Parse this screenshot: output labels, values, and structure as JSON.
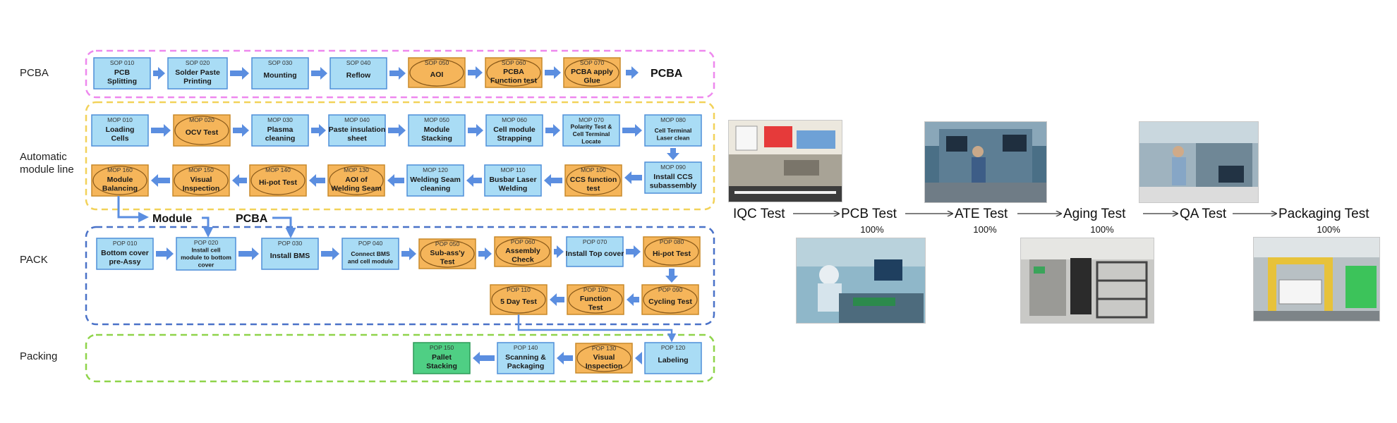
{
  "sections": [
    {
      "id": "pcba",
      "label": "PCBA",
      "color": "#ee88ee"
    },
    {
      "id": "auto",
      "label": "Automatic\nmodule line",
      "color": "#f2d25a"
    },
    {
      "id": "pack",
      "label": "PACK",
      "color": "#4a72c8"
    },
    {
      "id": "packing",
      "label": "Packing",
      "color": "#8fd44a"
    }
  ],
  "steps": [
    {
      "id": "sop010",
      "code": "SOP 010",
      "name": "PCB\nSplitting",
      "shape": "rect",
      "fill": "blue"
    },
    {
      "id": "sop020",
      "code": "SOP 020",
      "name": "Solder Paste\nPrinting",
      "shape": "rect",
      "fill": "blue"
    },
    {
      "id": "sop030",
      "code": "SOP 030",
      "name": "Mounting",
      "shape": "rect",
      "fill": "blue"
    },
    {
      "id": "sop040",
      "code": "SOP 040",
      "name": "Reflow",
      "shape": "rect",
      "fill": "blue"
    },
    {
      "id": "sop050",
      "code": "SOP 050",
      "name": "AOI",
      "shape": "ellipse",
      "fill": "orange"
    },
    {
      "id": "sop060",
      "code": "SOP 060",
      "name": "PCBA\nFunction test",
      "shape": "ellipse",
      "fill": "orange"
    },
    {
      "id": "sop070",
      "code": "SOP 070",
      "name": "PCBA apply\nGlue",
      "shape": "ellipse",
      "fill": "orange"
    },
    {
      "id": "mop010",
      "code": "MOP 010",
      "name": "Loading\nCells",
      "shape": "rect",
      "fill": "blue"
    },
    {
      "id": "mop020",
      "code": "MOP 020",
      "name": "OCV Test",
      "shape": "ellipse",
      "fill": "orange"
    },
    {
      "id": "mop030",
      "code": "MOP 030",
      "name": "Plasma\ncleaning",
      "shape": "rect",
      "fill": "blue"
    },
    {
      "id": "mop040",
      "code": "MOP 040",
      "name": "Paste insulation\nsheet",
      "shape": "rect",
      "fill": "blue"
    },
    {
      "id": "mop050",
      "code": "MOP 050",
      "name": "Module\nStacking",
      "shape": "rect",
      "fill": "blue"
    },
    {
      "id": "mop060",
      "code": "MOP 060",
      "name": "Cell module\nStrapping",
      "shape": "rect",
      "fill": "blue"
    },
    {
      "id": "mop070",
      "code": "MOP 070",
      "name": "Polarity Test &\nCell Terminal\nLocate",
      "shape": "rect",
      "fill": "blue"
    },
    {
      "id": "mop080",
      "code": "MOP 080",
      "name": "Cell Terminal\nLaser clean",
      "shape": "rect",
      "fill": "blue"
    },
    {
      "id": "mop090",
      "code": "MOP 090",
      "name": "Install CCS\nsubassembly",
      "shape": "rect",
      "fill": "blue"
    },
    {
      "id": "mop100",
      "code": "MOP 100",
      "name": "CCS function\ntest",
      "shape": "ellipse",
      "fill": "orange"
    },
    {
      "id": "mop110",
      "code": "MOP 110",
      "name": "Busbar Laser\nWelding",
      "shape": "rect",
      "fill": "blue"
    },
    {
      "id": "mop120",
      "code": "MOP 120",
      "name": "Welding Seam\ncleaning",
      "shape": "rect",
      "fill": "blue"
    },
    {
      "id": "mop130",
      "code": "MOP 130",
      "name": "AOI of\nWelding Seam",
      "shape": "ellipse",
      "fill": "orange"
    },
    {
      "id": "mop140",
      "code": "MOP 140",
      "name": "Hi-pot Test",
      "shape": "ellipse",
      "fill": "orange"
    },
    {
      "id": "mop150",
      "code": "MOP 150",
      "name": "Visual\nInspection",
      "shape": "ellipse",
      "fill": "orange"
    },
    {
      "id": "mop160",
      "code": "MOP 160",
      "name": "Module\nBalancing",
      "shape": "ellipse",
      "fill": "orange"
    },
    {
      "id": "pop010",
      "code": "POP 010",
      "name": "Bottom cover\npre-Assy",
      "shape": "rect",
      "fill": "blue"
    },
    {
      "id": "pop020",
      "code": "POP 020",
      "name": "Install cell\nmodule to bottom\ncover",
      "shape": "rect",
      "fill": "blue"
    },
    {
      "id": "pop030",
      "code": "POP 030",
      "name": "Install  BMS",
      "shape": "rect",
      "fill": "blue"
    },
    {
      "id": "pop040",
      "code": "POP 040",
      "name": "Connect  BMS\nand cell module",
      "shape": "rect",
      "fill": "blue"
    },
    {
      "id": "pop050",
      "code": "POP 050",
      "name": "Sub-ass'y\nTest",
      "shape": "ellipse",
      "fill": "orange"
    },
    {
      "id": "pop060",
      "code": "POP 060",
      "name": "Assembly\nCheck",
      "shape": "ellipse",
      "fill": "orange"
    },
    {
      "id": "pop070",
      "code": "POP 070",
      "name": "Install  Top cover",
      "shape": "rect",
      "fill": "blue"
    },
    {
      "id": "pop080",
      "code": "POP 080",
      "name": "Hi-pot  Test",
      "shape": "ellipse",
      "fill": "orange"
    },
    {
      "id": "pop090",
      "code": "POP 090",
      "name": "Cycling Test",
      "shape": "ellipse",
      "fill": "orange"
    },
    {
      "id": "pop100",
      "code": "POP 100",
      "name": "Function\nTest",
      "shape": "ellipse",
      "fill": "orange"
    },
    {
      "id": "pop110",
      "code": "POP 110",
      "name": "5 Day Test",
      "shape": "ellipse",
      "fill": "orange"
    },
    {
      "id": "pop120",
      "code": "POP 120",
      "name": "Labeling",
      "shape": "rect",
      "fill": "blue"
    },
    {
      "id": "pop130",
      "code": "POP 130",
      "name": "Visual\nInspection",
      "shape": "ellipse",
      "fill": "orange"
    },
    {
      "id": "pop140",
      "code": "POP 140",
      "name": "Scanning &\nPackaging",
      "shape": "rect",
      "fill": "blue"
    },
    {
      "id": "pop150",
      "code": "POP 150",
      "name": "Pallet\nStacking",
      "shape": "rect",
      "fill": "green"
    }
  ],
  "end_labels": {
    "pcba_output": "PCBA",
    "module": "Module",
    "pcba_in": "PCBA"
  },
  "qc_flow": [
    {
      "id": "iqc",
      "label": "IQC Test",
      "rate": ""
    },
    {
      "id": "pcb",
      "label": "PCB Test",
      "rate": "100%"
    },
    {
      "id": "ate",
      "label": "ATE Test",
      "rate": "100%"
    },
    {
      "id": "aging",
      "label": "Aging Test",
      "rate": "100%"
    },
    {
      "id": "qa",
      "label": "QA Test",
      "rate": ""
    },
    {
      "id": "packaging",
      "label": "Packaging Test",
      "rate": "100%"
    }
  ],
  "palette": {
    "blue_fill": "#a9dcf5",
    "blue_stroke": "#4f8fd8",
    "orange_fill": "#f5b55a",
    "orange_stroke": "#c98a2a",
    "green_fill": "#4fcf84",
    "green_stroke": "#2e9a58",
    "arrow": "#5b8ee0"
  }
}
